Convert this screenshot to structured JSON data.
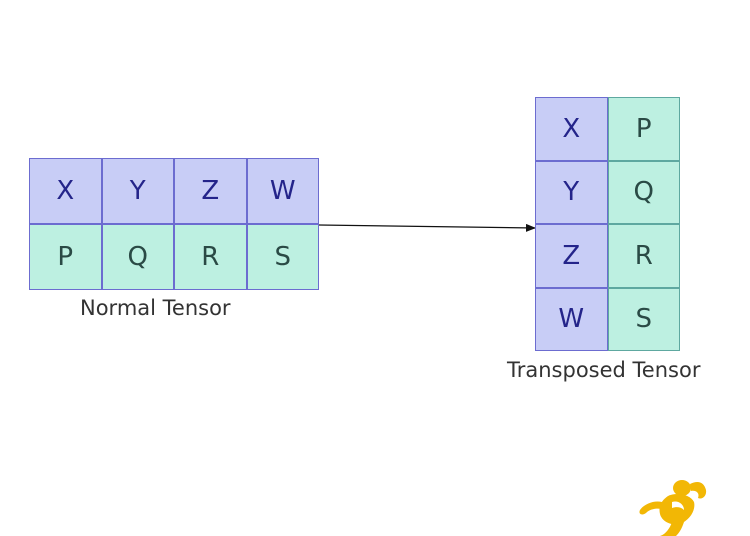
{
  "normal_tensor": {
    "label": "Normal Tensor",
    "rows": [
      [
        "X",
        "Y",
        "Z",
        "W"
      ],
      [
        "P",
        "Q",
        "R",
        "S"
      ]
    ]
  },
  "transposed_tensor": {
    "label": "Transposed Tensor",
    "rows": [
      [
        "X",
        "P"
      ],
      [
        "Y",
        "Q"
      ],
      [
        "Z",
        "R"
      ],
      [
        "W",
        "S"
      ]
    ]
  },
  "colors": {
    "top_row_fill": "#c8cdf6",
    "bottom_row_fill": "#bdf0e1",
    "top_row_text": "#24248a",
    "bottom_row_text": "#2a4a45",
    "logo": "#f2b705"
  },
  "icons": {
    "logo": "yellow-figure-logo-icon"
  }
}
